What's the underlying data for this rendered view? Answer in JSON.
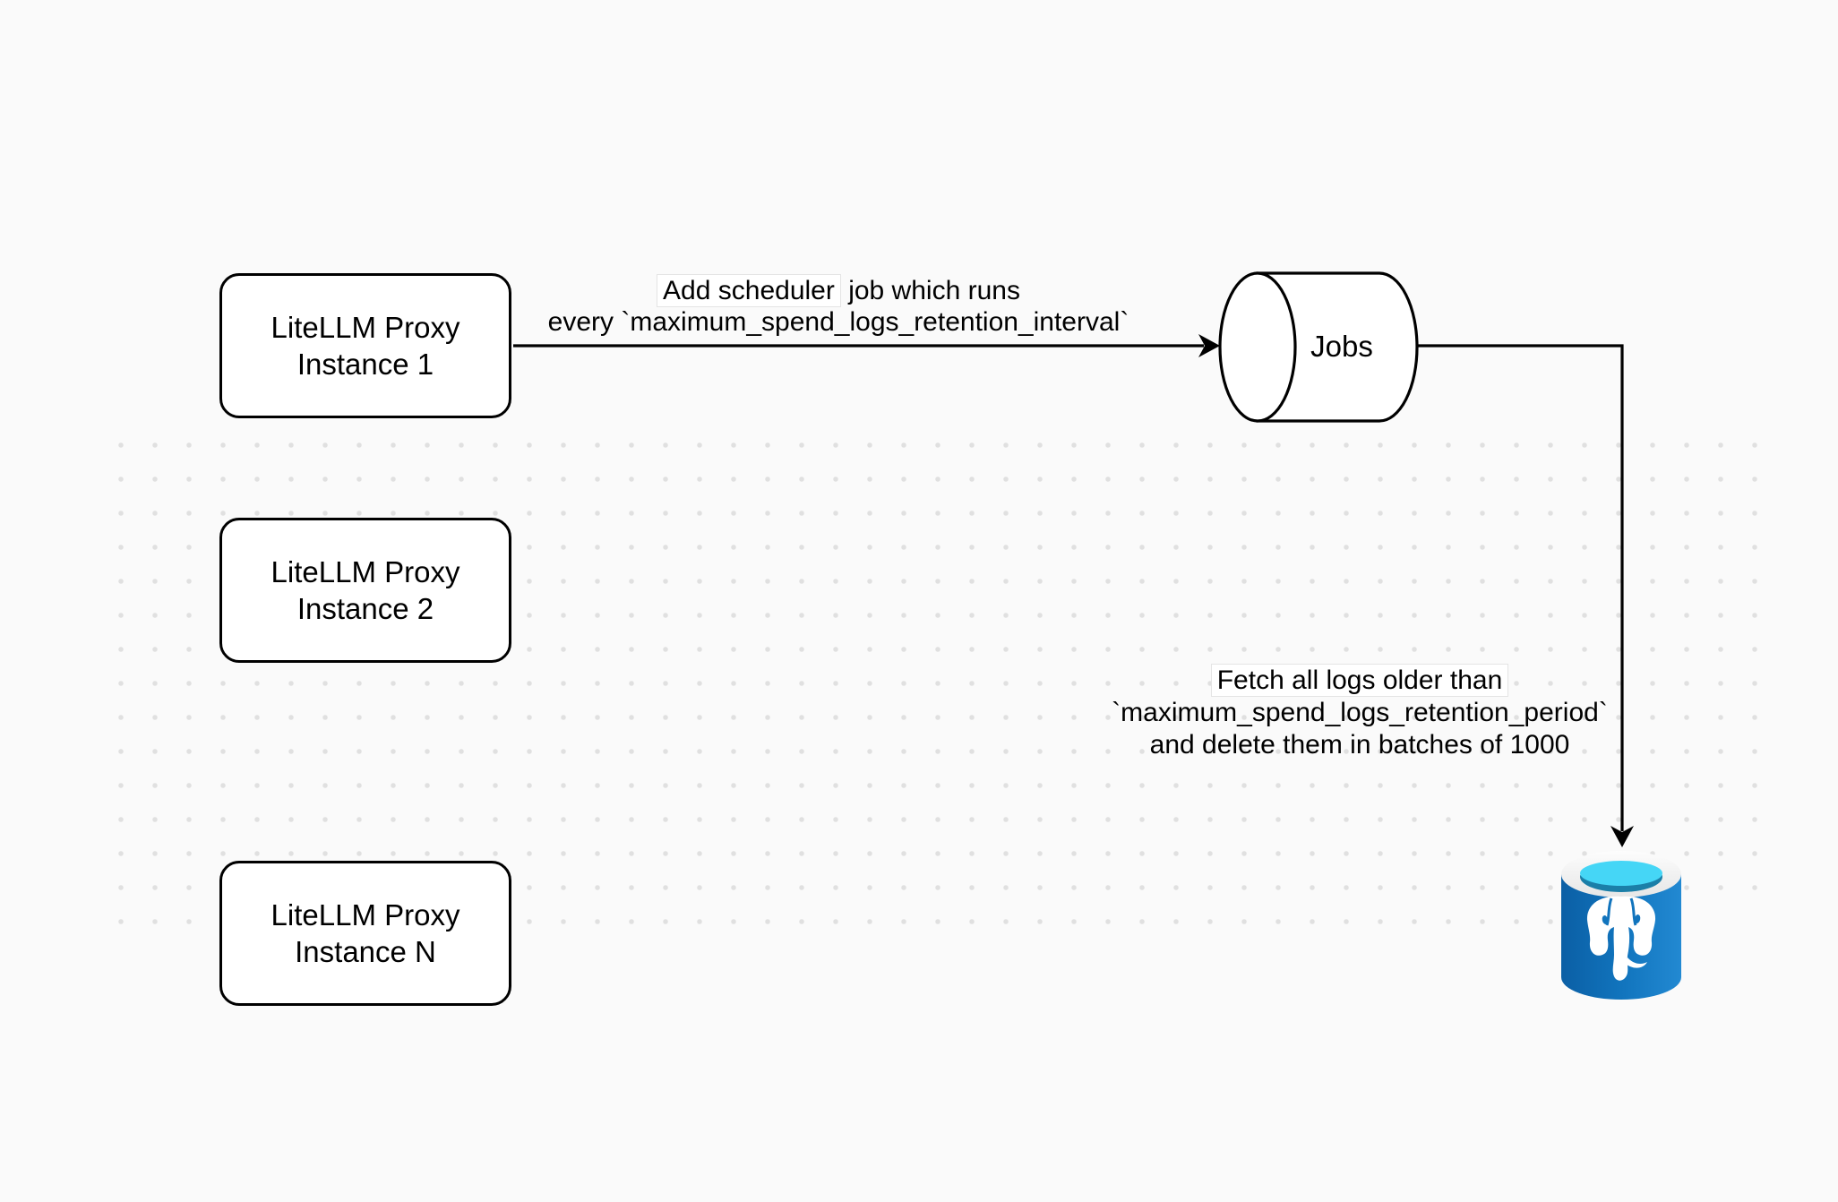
{
  "canvas": {
    "background": "#fafafa",
    "dot_color": "#e0e0e0",
    "stroke_color": "#000000"
  },
  "nodes": {
    "proxy_instances": [
      {
        "line1": "LiteLLM Proxy",
        "line2": "Instance 1"
      },
      {
        "line1": "LiteLLM Proxy",
        "line2": "Instance 2"
      },
      {
        "line1": "LiteLLM Proxy",
        "line2": "Instance N"
      }
    ],
    "jobs": {
      "label": "Jobs"
    },
    "postgres": {
      "icon": "postgresql-database-icon"
    }
  },
  "edges": {
    "scheduler": {
      "line1_boxed": "Add scheduler",
      "line1_rest": "job which runs",
      "line2": "every `maximum_spend_logs_retention_interval`"
    },
    "fetch": {
      "line1": "Fetch all logs older than",
      "line2": "`maximum_spend_logs_retention_period`",
      "line3": "and delete them in batches of 1000"
    }
  },
  "colors": {
    "postgres_body_dark": "#0b5fa5",
    "postgres_body_mid": "#1174bd",
    "postgres_body_light": "#2289d2",
    "postgres_rim": "#f0f0f0",
    "postgres_water_bright": "#45d6f6",
    "postgres_water_dark": "#1b7fa8",
    "elephant": "#ffffff"
  }
}
